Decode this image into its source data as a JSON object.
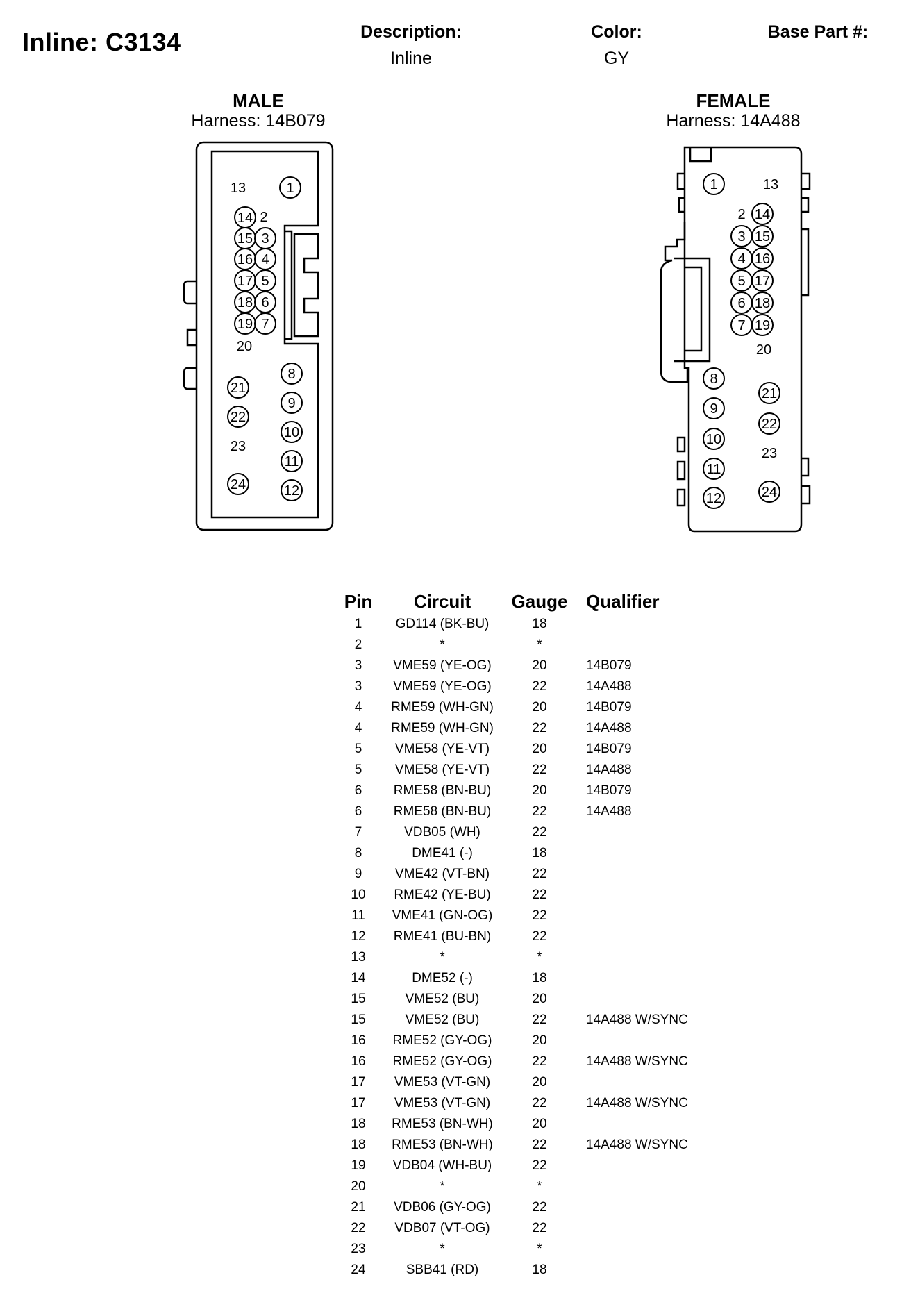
{
  "header": {
    "title": "Inline: C3134",
    "description_label": "Description:",
    "description_value": "Inline",
    "color_label": "Color:",
    "color_value": "GY",
    "base_part_label": "Base Part #:"
  },
  "male": {
    "title": "MALE",
    "harness": "Harness: 14B079",
    "circled_pins": [
      "1",
      "14",
      "15",
      "16",
      "17",
      "18",
      "19",
      "3",
      "4",
      "5",
      "6",
      "7",
      "8",
      "9",
      "10",
      "11",
      "12",
      "21",
      "22",
      "24"
    ],
    "plain_labels": [
      "13",
      "2",
      "20",
      "23"
    ]
  },
  "female": {
    "title": "FEMALE",
    "harness": "Harness: 14A488",
    "circled_pins": [
      "1",
      "14",
      "15",
      "16",
      "17",
      "18",
      "19",
      "3",
      "4",
      "5",
      "6",
      "7",
      "8",
      "9",
      "10",
      "11",
      "12",
      "21",
      "22",
      "24"
    ],
    "plain_labels": [
      "13",
      "2",
      "20",
      "23"
    ]
  },
  "table": {
    "headers": {
      "pin": "Pin",
      "circuit": "Circuit",
      "gauge": "Gauge",
      "qualifier": "Qualifier"
    },
    "rows": [
      {
        "pin": "1",
        "circuit": "GD114 (BK-BU)",
        "gauge": "18",
        "qualifier": ""
      },
      {
        "pin": "2",
        "circuit": "*",
        "gauge": "*",
        "qualifier": ""
      },
      {
        "pin": "3",
        "circuit": "VME59 (YE-OG)",
        "gauge": "20",
        "qualifier": "14B079"
      },
      {
        "pin": "3",
        "circuit": "VME59 (YE-OG)",
        "gauge": "22",
        "qualifier": "14A488"
      },
      {
        "pin": "4",
        "circuit": "RME59 (WH-GN)",
        "gauge": "20",
        "qualifier": "14B079"
      },
      {
        "pin": "4",
        "circuit": "RME59 (WH-GN)",
        "gauge": "22",
        "qualifier": "14A488"
      },
      {
        "pin": "5",
        "circuit": "VME58 (YE-VT)",
        "gauge": "20",
        "qualifier": "14B079"
      },
      {
        "pin": "5",
        "circuit": "VME58 (YE-VT)",
        "gauge": "22",
        "qualifier": "14A488"
      },
      {
        "pin": "6",
        "circuit": "RME58 (BN-BU)",
        "gauge": "20",
        "qualifier": "14B079"
      },
      {
        "pin": "6",
        "circuit": "RME58 (BN-BU)",
        "gauge": "22",
        "qualifier": "14A488"
      },
      {
        "pin": "7",
        "circuit": "VDB05 (WH)",
        "gauge": "22",
        "qualifier": ""
      },
      {
        "pin": "8",
        "circuit": "DME41 (-)",
        "gauge": "18",
        "qualifier": ""
      },
      {
        "pin": "9",
        "circuit": "VME42 (VT-BN)",
        "gauge": "22",
        "qualifier": ""
      },
      {
        "pin": "10",
        "circuit": "RME42 (YE-BU)",
        "gauge": "22",
        "qualifier": ""
      },
      {
        "pin": "11",
        "circuit": "VME41 (GN-OG)",
        "gauge": "22",
        "qualifier": ""
      },
      {
        "pin": "12",
        "circuit": "RME41 (BU-BN)",
        "gauge": "22",
        "qualifier": ""
      },
      {
        "pin": "13",
        "circuit": "*",
        "gauge": "*",
        "qualifier": ""
      },
      {
        "pin": "14",
        "circuit": "DME52 (-)",
        "gauge": "18",
        "qualifier": ""
      },
      {
        "pin": "15",
        "circuit": "VME52 (BU)",
        "gauge": "20",
        "qualifier": ""
      },
      {
        "pin": "15",
        "circuit": "VME52 (BU)",
        "gauge": "22",
        "qualifier": "14A488 W/SYNC"
      },
      {
        "pin": "16",
        "circuit": "RME52 (GY-OG)",
        "gauge": "20",
        "qualifier": ""
      },
      {
        "pin": "16",
        "circuit": "RME52 (GY-OG)",
        "gauge": "22",
        "qualifier": "14A488 W/SYNC"
      },
      {
        "pin": "17",
        "circuit": "VME53 (VT-GN)",
        "gauge": "20",
        "qualifier": ""
      },
      {
        "pin": "17",
        "circuit": "VME53 (VT-GN)",
        "gauge": "22",
        "qualifier": "14A488 W/SYNC"
      },
      {
        "pin": "18",
        "circuit": "RME53 (BN-WH)",
        "gauge": "20",
        "qualifier": ""
      },
      {
        "pin": "18",
        "circuit": "RME53 (BN-WH)",
        "gauge": "22",
        "qualifier": "14A488 W/SYNC"
      },
      {
        "pin": "19",
        "circuit": "VDB04 (WH-BU)",
        "gauge": "22",
        "qualifier": ""
      },
      {
        "pin": "20",
        "circuit": "*",
        "gauge": "*",
        "qualifier": ""
      },
      {
        "pin": "21",
        "circuit": "VDB06 (GY-OG)",
        "gauge": "22",
        "qualifier": ""
      },
      {
        "pin": "22",
        "circuit": "VDB07 (VT-OG)",
        "gauge": "22",
        "qualifier": ""
      },
      {
        "pin": "23",
        "circuit": "*",
        "gauge": "*",
        "qualifier": ""
      },
      {
        "pin": "24",
        "circuit": "SBB41 (RD)",
        "gauge": "18",
        "qualifier": ""
      }
    ]
  }
}
